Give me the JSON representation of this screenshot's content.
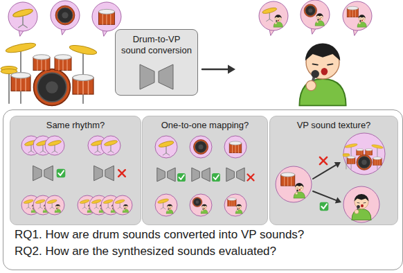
{
  "diagram": {
    "nodes": [
      {
        "text": [
          "Drum-to-VP sound conversion"
        ]
      },
      {
        "text": [
          "RQ1. How are drum sounds converted into VP sounds?",
          "RQ2. How are the synthesized sounds evaluated?"
        ]
      },
      {
        "text": [
          "Same rhythm?"
        ],
        "in": 1
      },
      {
        "text": [
          "One-to-one mapping?"
        ],
        "in": 1
      },
      {
        "text": [
          "VP sound texture?"
        ],
        "in": 1
      }
    ]
  }
}
